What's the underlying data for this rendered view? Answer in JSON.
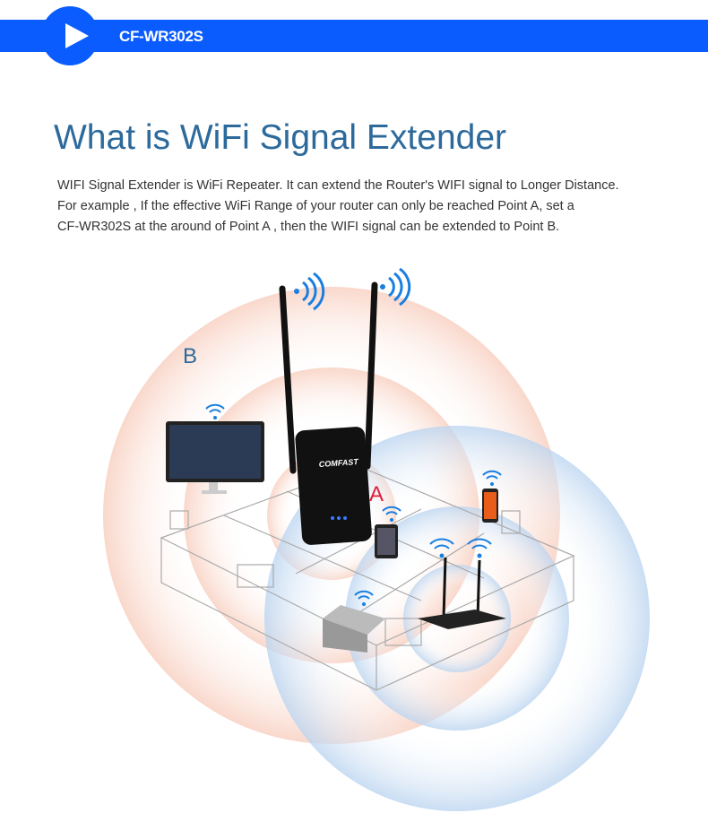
{
  "header": {
    "model": "CF-WR302S",
    "play_icon": "play-icon"
  },
  "title": "What is WiFi Signal Extender",
  "description": [
    "WIFI Signal Extender is WiFi Repeater. It can extend the Router's WIFI signal to Longer Distance.",
    "For example , If the effective WiFi Range of your router can only be reached Point A, set a",
    "CF-WR302S at the around of Point A , then the WIFI signal can be extended to Point B."
  ],
  "diagram": {
    "point_b": "B",
    "point_a": "A",
    "brand": "COMFAST"
  },
  "colors": {
    "banner": "#0a5cff",
    "title": "#2d6a9c",
    "point_a": "#e0203a",
    "point_b": "#2d6a9c"
  }
}
